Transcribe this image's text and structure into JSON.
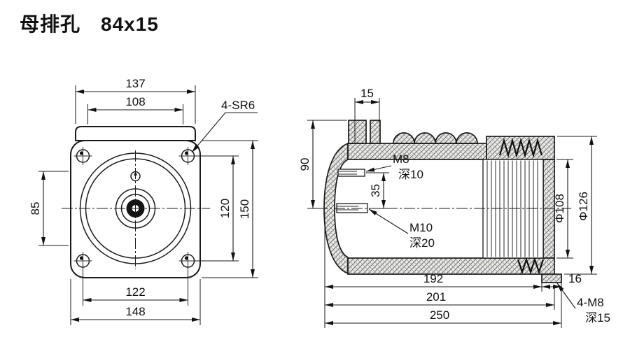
{
  "page": {
    "title": "母排孔　84x15"
  },
  "front_view": {
    "dims": {
      "cap_width": "137",
      "cap_inner_width": "108",
      "side_height": "85",
      "hole_spacing_v": "120",
      "body_height": "150",
      "hole_spacing_h": "122",
      "body_width": "148"
    },
    "labels": {
      "corner_radius": "4-SR6"
    }
  },
  "section_view": {
    "dims": {
      "terminal_width": "15",
      "upper_height": "90",
      "hole_offset": "35",
      "inner_diameter": "Φ108",
      "outer_diameter": "Φ126",
      "length_inner": "192",
      "length_mid": "201",
      "length_total": "250",
      "foot_width": "16"
    },
    "labels": {
      "m8": "M8",
      "m8_depth": "深10",
      "m10": "M10",
      "m10_depth": "深20",
      "foot_holes": "4-M8",
      "foot_holes_depth": "深15"
    }
  }
}
